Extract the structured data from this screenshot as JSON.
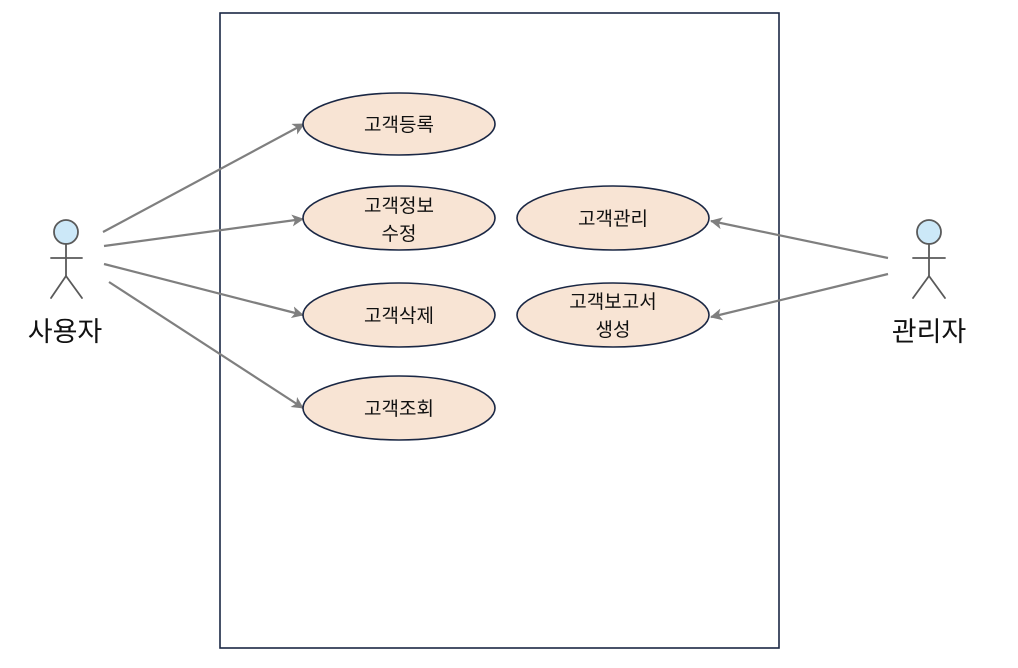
{
  "colors": {
    "use_case_fill": "#f8e4d4",
    "use_case_stroke": "#1a2744",
    "boundary_stroke": "#1a2744",
    "arrow": "#7f7f7f",
    "actor_head": "#cce8f8",
    "actor_stroke": "#5a5a5a"
  },
  "actors": {
    "user": {
      "label": "사용자",
      "icon": "stick-figure"
    },
    "admin": {
      "label": "관리자",
      "icon": "stick-figure"
    }
  },
  "use_cases": {
    "register": {
      "lines": [
        "고객등록"
      ]
    },
    "edit": {
      "lines": [
        "고객정보",
        "수정"
      ]
    },
    "delete": {
      "lines": [
        "고객삭제"
      ]
    },
    "view": {
      "lines": [
        "고객조회"
      ]
    },
    "manage": {
      "lines": [
        "고객관리"
      ]
    },
    "report": {
      "lines": [
        "고객보고서",
        "생성"
      ]
    }
  },
  "associations": [
    {
      "from": "user",
      "to": "register"
    },
    {
      "from": "user",
      "to": "edit"
    },
    {
      "from": "user",
      "to": "delete"
    },
    {
      "from": "user",
      "to": "view"
    },
    {
      "from": "admin",
      "to": "manage"
    },
    {
      "from": "admin",
      "to": "report"
    }
  ]
}
